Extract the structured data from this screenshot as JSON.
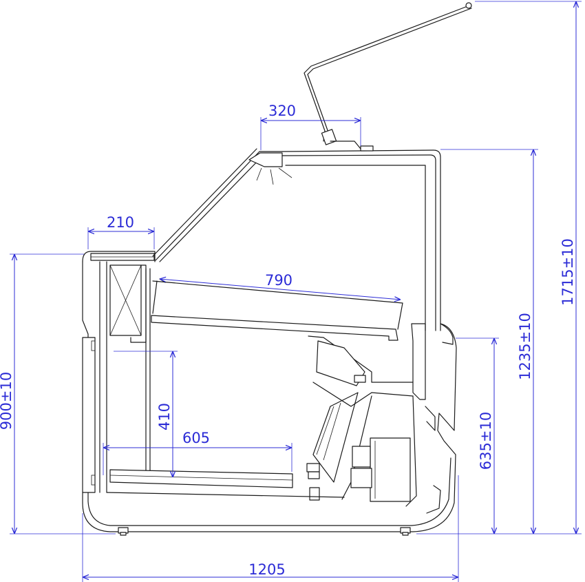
{
  "colors": {
    "dimension": "#2b2bd6",
    "outline": "#1a1a1a",
    "background": "#ffffff"
  },
  "dimensions": {
    "top_glass_depth": "320",
    "top_shelf_depth": "210",
    "upper_shelf_length": "790",
    "total_height": "1715±10",
    "glass_top_height": "1235±10",
    "counter_height": "900±10",
    "rear_counter_height": "635±10",
    "inner_height": "410",
    "lower_shelf_length": "605",
    "total_depth": "1205"
  }
}
